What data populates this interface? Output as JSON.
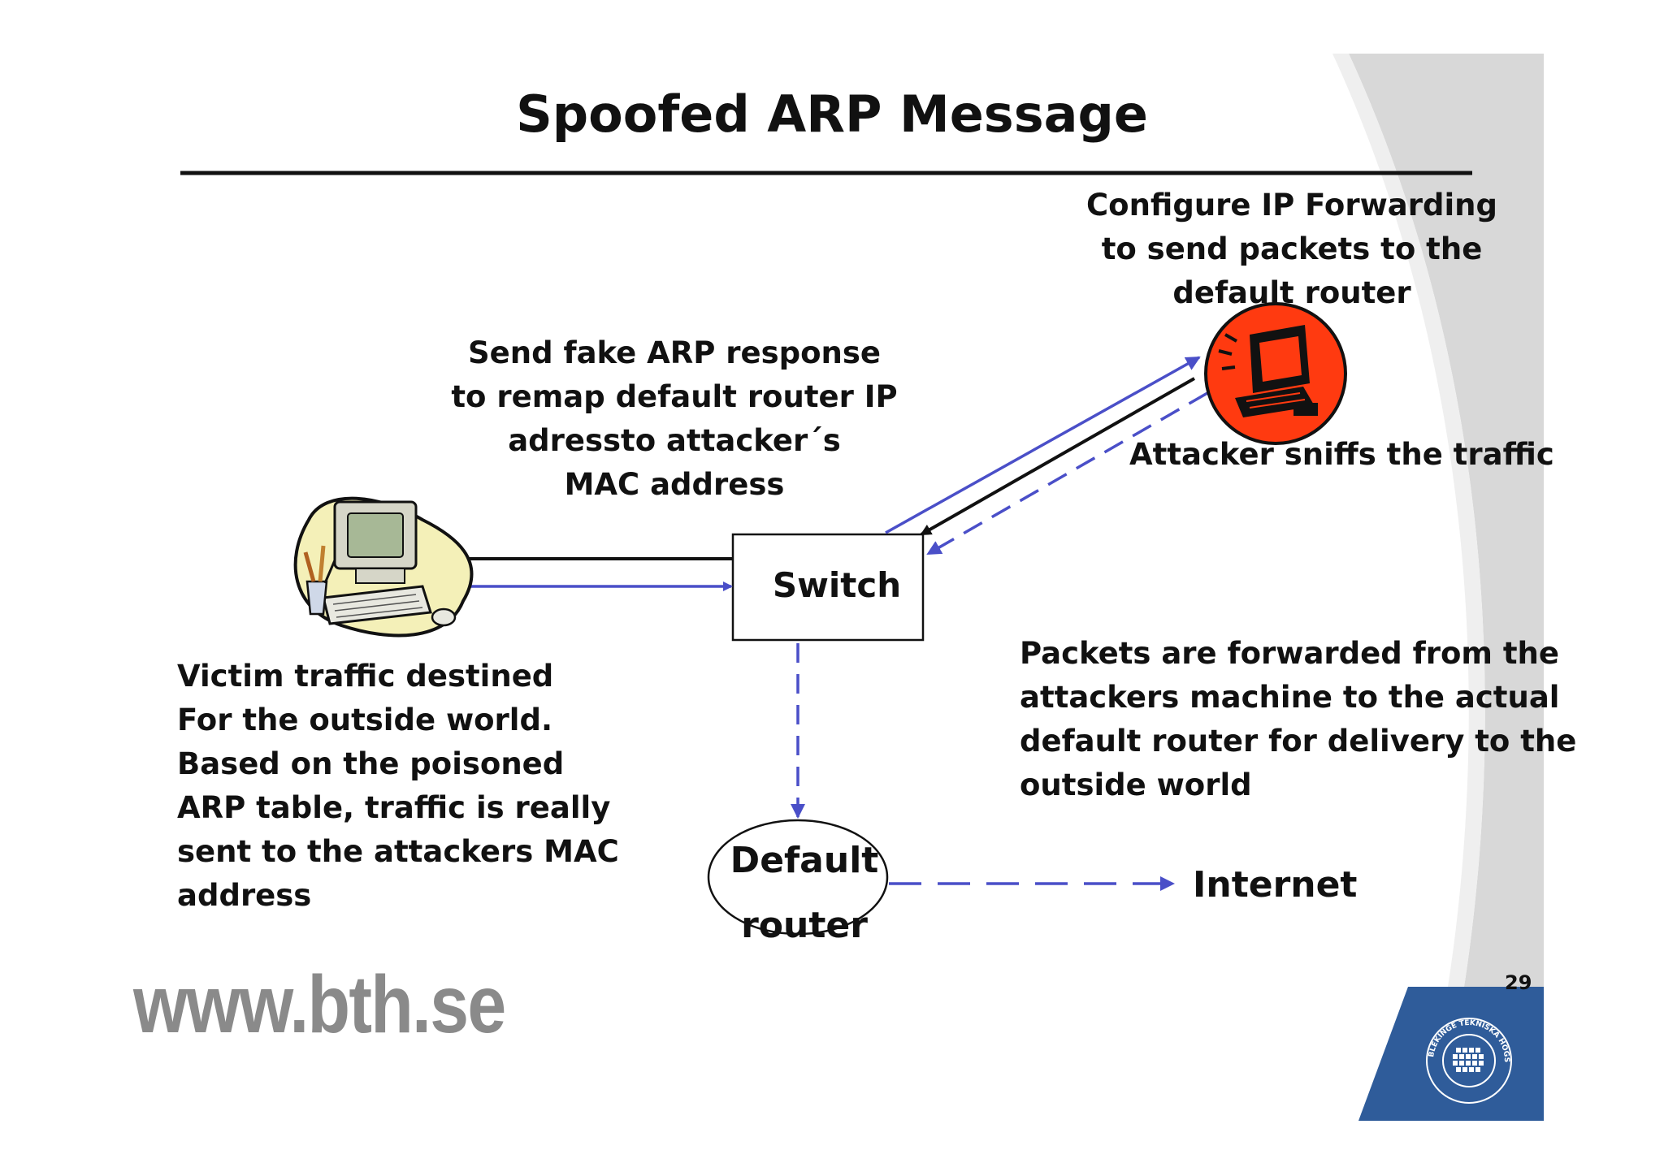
{
  "title": "Spoofed ARP Message",
  "labels": {
    "configure_forwarding": "Configure IP Forwarding\nto send packets to the\ndefault router",
    "send_fake_arp": "Send fake ARP response\nto remap default router IP\nadressto attacker´s\nMAC address",
    "attacker_sniffs": "Attacker sniffs the traffic",
    "victim_traffic": "Victim traffic destined\nFor the outside world.\nBased on the poisoned\nARP table, traffic is really\nsent to the attackers MAC\naddress",
    "packets_forwarded": "Packets are forwarded from the\nattackers machine to the actual\ndefault router for delivery to the\noutside world"
  },
  "nodes": {
    "switch": "Switch",
    "default_router": "Default\nrouter",
    "internet": "Internet",
    "victim_computer_icon": "computer-clipart-icon",
    "attacker_computer_icon": "attacker-computer-icon"
  },
  "footer": {
    "website": "www.bth.se",
    "page_number": "29",
    "logo_icon": "bth-university-seal-icon",
    "logo_text": "BLEKINGE TEKNISKA HÖGSKOLA · BTH"
  },
  "colors": {
    "arrow_blue": "#4a4fc8",
    "arrow_black": "#111111",
    "attacker_red": "#ff3a10",
    "logo_blue": "#2f5c9a",
    "decor_gray": "#d9d9d9"
  }
}
